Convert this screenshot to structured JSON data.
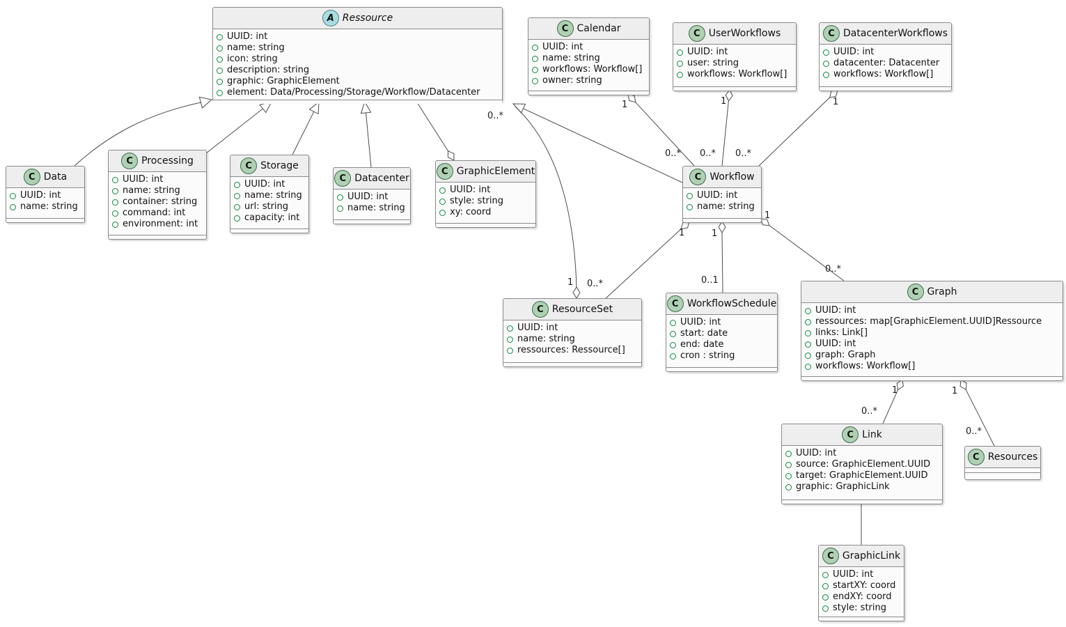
{
  "diagram": {
    "kind": "uml-class-diagram",
    "colors": {
      "header_fill": "#eeeeee",
      "body_fill": "#fbfbfb",
      "border": "#8a8a8a",
      "edge_line": "#4b4b4b",
      "class_icon_fill": "#ADD1B2",
      "abstract_icon_fill": "#A9DCDF",
      "visibility_icon": "#0e8a45"
    },
    "classes": {
      "ressource": {
        "stereo": "A",
        "name": "Ressource",
        "attrs": [
          "UUID: int",
          "name: string",
          "icon: string",
          "description: string",
          "graphic: GraphicElement",
          "element: Data/Processing/Storage/Workflow/Datacenter"
        ]
      },
      "calendar": {
        "stereo": "C",
        "name": "Calendar",
        "attrs": [
          "UUID: int",
          "name: string",
          "workflows: Workflow[]",
          "owner: string"
        ]
      },
      "userworkflows": {
        "stereo": "C",
        "name": "UserWorkflows",
        "attrs": [
          "UUID: int",
          "user: string",
          "workflows: Workflow[]"
        ]
      },
      "datacenterworkflows": {
        "stereo": "C",
        "name": "DatacenterWorkflows",
        "attrs": [
          "UUID: int",
          "datacenter: Datacenter",
          "workflows: Workflow[]"
        ]
      },
      "data": {
        "stereo": "C",
        "name": "Data",
        "attrs": [
          "UUID: int",
          "name: string"
        ]
      },
      "processing": {
        "stereo": "C",
        "name": "Processing",
        "attrs": [
          "UUID: int",
          "name: string",
          "container: string",
          "command: int",
          "environment: int"
        ]
      },
      "storage": {
        "stereo": "C",
        "name": "Storage",
        "attrs": [
          "UUID: int",
          "name: string",
          "url: string",
          "capacity: int"
        ]
      },
      "datacenter": {
        "stereo": "C",
        "name": "Datacenter",
        "attrs": [
          "UUID: int",
          "name: string"
        ]
      },
      "graphicelement": {
        "stereo": "C",
        "name": "GraphicElement",
        "attrs": [
          "UUID: int",
          "style: string",
          "xy: coord"
        ]
      },
      "workflow": {
        "stereo": "C",
        "name": "Workflow",
        "attrs": [
          "UUID: int",
          "name: string"
        ]
      },
      "resourceset": {
        "stereo": "C",
        "name": "ResourceSet",
        "attrs": [
          "UUID: int",
          "name: string",
          "ressources: Ressource[]"
        ]
      },
      "workflowschedule": {
        "stereo": "C",
        "name": "WorkflowSchedule",
        "attrs": [
          "UUID: int",
          "start: date",
          "end: date",
          "cron : string"
        ]
      },
      "graph": {
        "stereo": "C",
        "name": "Graph",
        "attrs": [
          "UUID: int",
          "ressources: map[GraphicElement.UUID]Ressource",
          "links: Link[]",
          "UUID: int",
          "graph: Graph",
          "workflows: Workflow[]"
        ]
      },
      "link": {
        "stereo": "C",
        "name": "Link",
        "attrs": [
          "UUID: int",
          "source: GraphicElement.UUID",
          "target: GraphicElement.UUID",
          "graphic: GraphicLink"
        ]
      },
      "resources": {
        "stereo": "C",
        "name": "Resources",
        "attrs": []
      },
      "graphiclink": {
        "stereo": "C",
        "name": "GraphicLink",
        "attrs": [
          "UUID: int",
          "startXY: coord",
          "endXY: coord",
          "style: string"
        ]
      }
    },
    "labels": {
      "cal_1": "1",
      "cal_n": "0..*",
      "uw_1": "1",
      "uw_n": "0..*",
      "dcw_1": "1",
      "dcw_n": "0..*",
      "wf_rs_1": "1",
      "wf_rs_n": "0..*",
      "wf_ws_1": "1",
      "wf_ws_n": "0..1",
      "wf_g_1": "1",
      "wf_g_n": "0..*",
      "rs_r_1": "1",
      "rs_r_n": "0..*",
      "g_l_1": "1",
      "g_l_n": "0..*",
      "g_res_1": "1",
      "g_res_n": "0..*"
    }
  }
}
